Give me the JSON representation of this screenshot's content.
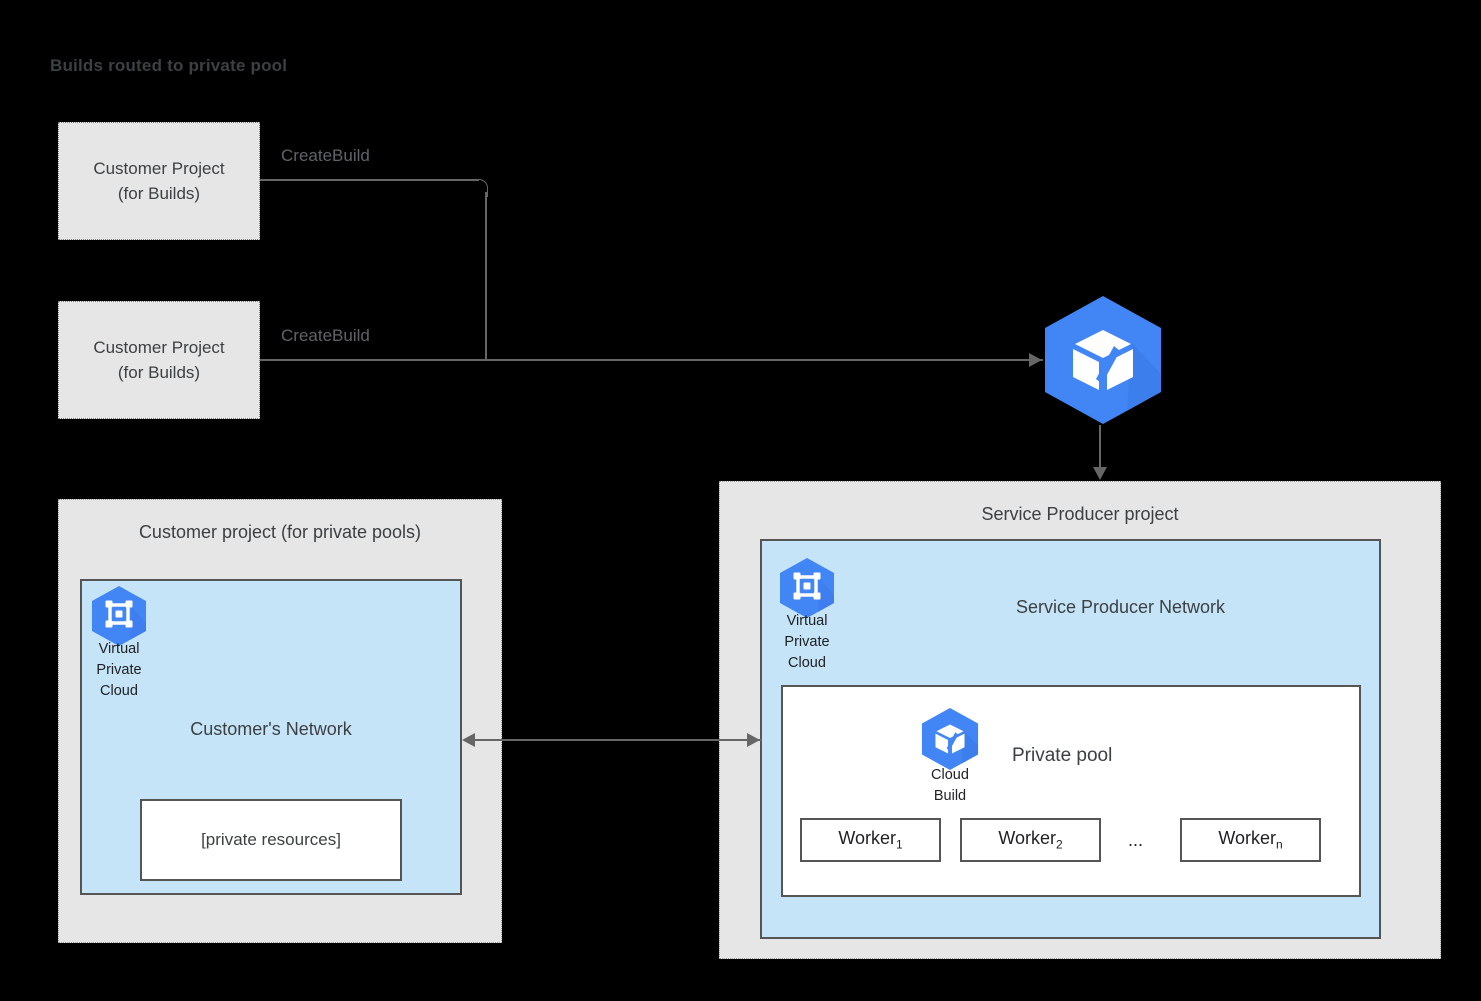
{
  "title": "Builds routed to private pool",
  "colors": {
    "background": "#000000",
    "panel_gray": "#e6e6e6",
    "network_blue": "#c5e4f7",
    "line_gray": "#666666",
    "icon_blue": "#4285f4",
    "text_dark": "#3c4043"
  },
  "customer_build_projects": [
    {
      "line1": "Customer Project",
      "line2": "(for Builds)",
      "edge_label": "CreateBuild"
    },
    {
      "line1": "Customer Project",
      "line2": "(for Builds)",
      "edge_label": "CreateBuild"
    }
  ],
  "cloud_build_service": {
    "icon": "cloud-build-icon"
  },
  "customer_private_pool_project": {
    "panel_title": "Customer project (for private pools)",
    "vpc": {
      "icon": "virtual-private-cloud-icon",
      "caption_line1": "Virtual",
      "caption_line2": "Private",
      "caption_line3": "Cloud"
    },
    "network_title": "Customer's Network",
    "private_resources_label": "[private resources]"
  },
  "service_producer_project": {
    "panel_title": "Service Producer project",
    "vpc": {
      "icon": "virtual-private-cloud-icon",
      "caption_line1": "Virtual",
      "caption_line2": "Private",
      "caption_line3": "Cloud"
    },
    "network_title": "Service Producer Network",
    "private_pool": {
      "title": "Private pool",
      "cloud_build_icon": "cloud-build-icon",
      "cloud_build_caption_line1": "Cloud",
      "cloud_build_caption_line2": "Build",
      "workers": [
        {
          "name": "Worker",
          "subscript": "1"
        },
        {
          "name": "Worker",
          "subscript": "2"
        },
        {
          "name": "Worker",
          "subscript": "n"
        }
      ],
      "ellipsis": "..."
    }
  },
  "connections": {
    "peering_arrow": "bidirectional",
    "build_to_service_arrow": "right",
    "service_to_project_arrow": "down"
  }
}
